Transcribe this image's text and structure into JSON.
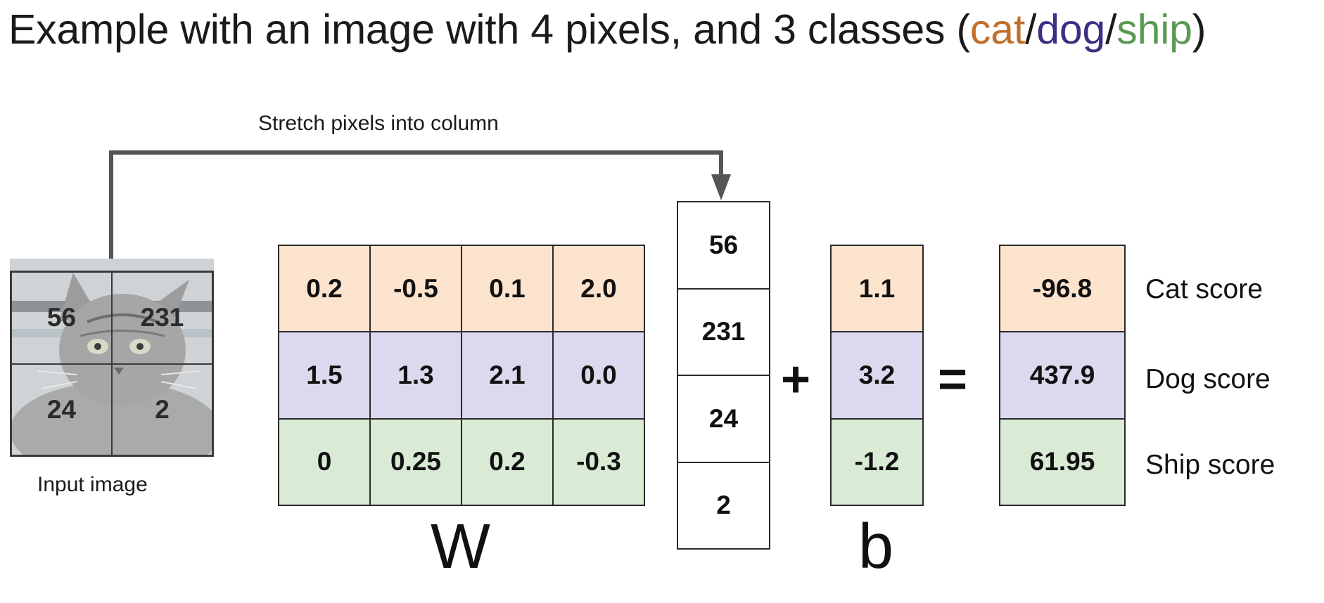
{
  "title": {
    "prefix": "Example with an image with 4 pixels, and 3 classes (",
    "cat": "cat",
    "sep1": "/",
    "dog": "dog",
    "sep2": "/",
    "ship": "ship",
    "suffix": ")"
  },
  "colors": {
    "cat_row": "#fbe3cd",
    "dog_row": "#dcd9ee",
    "ship_row": "#d9ead5",
    "cat_text": "#c0702a",
    "dog_text": "#3a2f84",
    "ship_text": "#5a9a52"
  },
  "arrow_label": "Stretch pixels into column",
  "input_image": {
    "label": "Input image",
    "pixels": [
      "56",
      "231",
      "24",
      "2"
    ]
  },
  "weights": {
    "label": "W",
    "rows": [
      [
        "0.2",
        "-0.5",
        "0.1",
        "2.0"
      ],
      [
        "1.5",
        "1.3",
        "2.1",
        "0.0"
      ],
      [
        "0",
        "0.25",
        "0.2",
        "-0.3"
      ]
    ]
  },
  "pixel_column": [
    "56",
    "231",
    "24",
    "2"
  ],
  "plus": "+",
  "bias": {
    "label": "b",
    "values": [
      "1.1",
      "3.2",
      "-1.2"
    ]
  },
  "equals": "=",
  "scores": {
    "values": [
      "-96.8",
      "437.9",
      "61.95"
    ],
    "labels": [
      "Cat score",
      "Dog score",
      "Ship score"
    ]
  }
}
